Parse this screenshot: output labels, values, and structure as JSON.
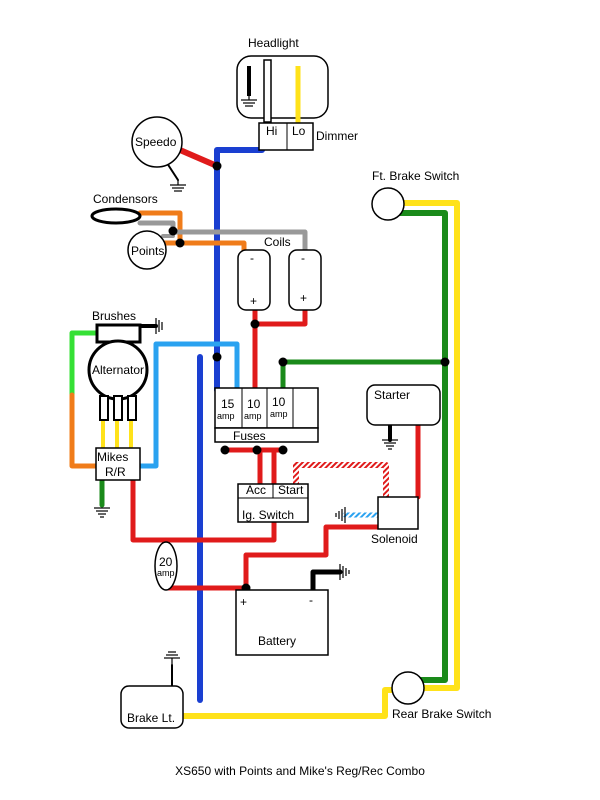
{
  "title": "XS650 with Points and Mike's Reg/Rec Combo",
  "components": {
    "headlight": "Headlight",
    "hi": "Hi",
    "lo": "Lo",
    "dimmer": "Dimmer",
    "speedo": "Speedo",
    "condensors": "Condensors",
    "points": "Points",
    "coils": "Coils",
    "coil_minus": "-",
    "coil_plus": "+",
    "brushes": "Brushes",
    "alternator": "Alternator",
    "rr_line1": "Mikes",
    "rr_line2": "R/R",
    "fuse1_value": "15",
    "fuse2_value": "10",
    "fuse3_value": "10",
    "fuse_unit": "amp",
    "fuses": "Fuses",
    "acc": "Acc",
    "start": "Start",
    "ig_switch": "Ig. Switch",
    "starter": "Starter",
    "solenoid": "Solenoid",
    "inline_fuse_value": "20",
    "battery": "Battery",
    "battery_plus": "+",
    "battery_minus": "-",
    "ft_brake_switch": "Ft. Brake Switch",
    "rear_brake_switch": "Rear Brake Switch",
    "brake_lt": "Brake Lt."
  },
  "colors": {
    "red": "#e01b1b",
    "blue": "#1a3fd1",
    "light_blue": "#2aa2f0",
    "green": "#1a8a1a",
    "bright_green": "#35e035",
    "yellow": "#ffe21a",
    "orange": "#f07c1a",
    "gray": "#999999",
    "black": "#000000"
  }
}
